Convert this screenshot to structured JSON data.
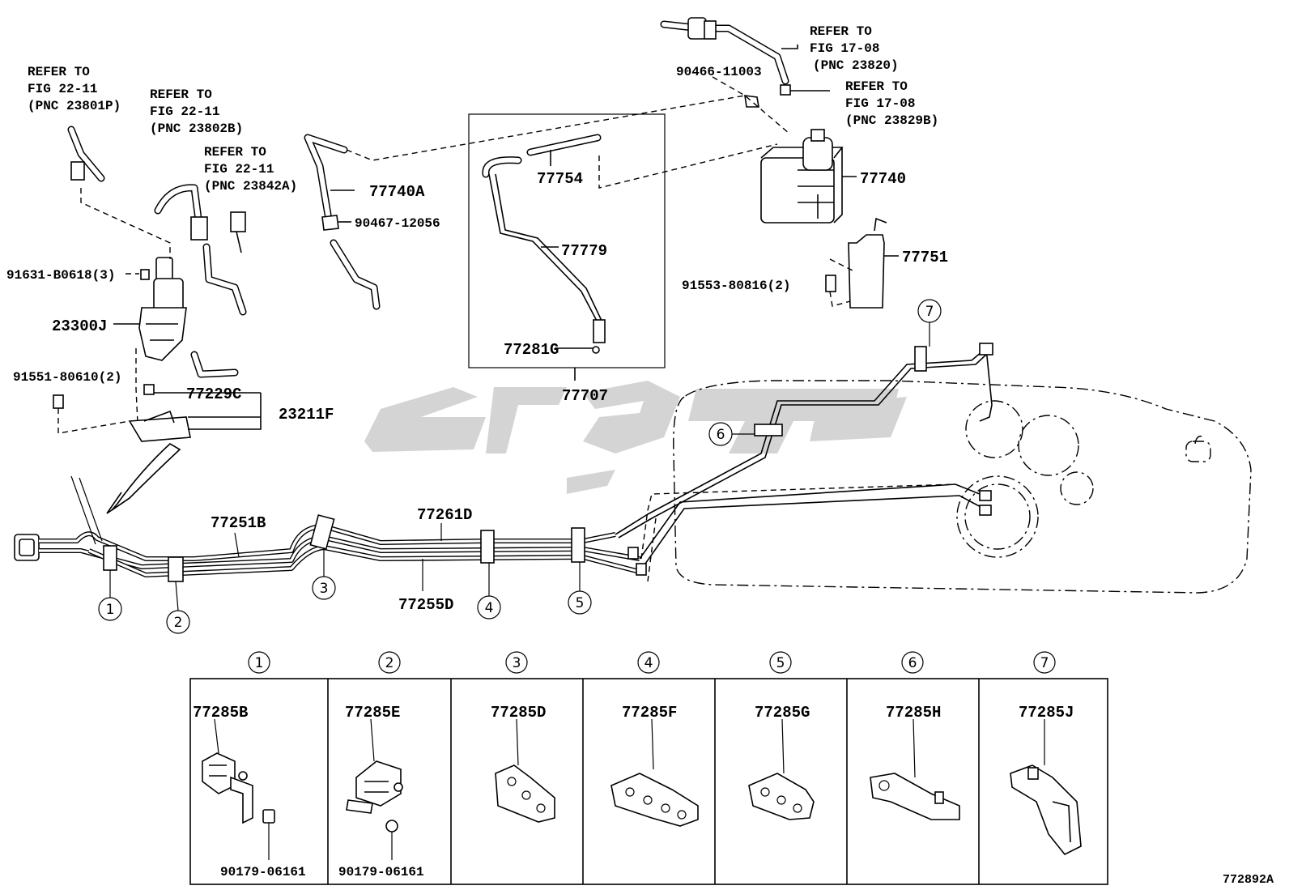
{
  "refer_notes": {
    "n23801P": [
      "REFER TO",
      "FIG 22-11",
      "(PNC 23801P)"
    ],
    "n23802B": [
      "REFER TO",
      "FIG 22-11",
      "(PNC 23802B)"
    ],
    "n23842A": [
      "REFER TO",
      "FIG 22-11",
      "(PNC 23842A)"
    ],
    "n23820": [
      "REFER TO",
      "FIG 17-08",
      "(PNC 23820)"
    ],
    "n23829B": [
      "REFER TO",
      "FIG 17-08",
      "(PNC 23829B)"
    ]
  },
  "parts": {
    "p90466": "90466-11003",
    "p77740A": "77740A",
    "p90467": "90467-12056",
    "p77754": "77754",
    "p77779": "77779",
    "p77281G": "77281G",
    "p77707": "77707",
    "p77740": "77740",
    "p77751": "77751",
    "p91553": "91553-80816(2)",
    "p91631": "91631-B0618(3)",
    "p23300J": "23300J",
    "p91551": "91551-80610(2)",
    "p77229C": "77229C",
    "p23211F": "23211F",
    "p77251B": "77251B",
    "p77261D": "77261D",
    "p77255D": "77255D"
  },
  "callouts": [
    "1",
    "2",
    "3",
    "4",
    "5",
    "6",
    "7"
  ],
  "clamp_table": [
    {
      "num": "1",
      "part": "77285B",
      "bolt": "90179-06161"
    },
    {
      "num": "2",
      "part": "77285E",
      "bolt": "90179-06161"
    },
    {
      "num": "3",
      "part": "77285D",
      "bolt": ""
    },
    {
      "num": "4",
      "part": "77285F",
      "bolt": ""
    },
    {
      "num": "5",
      "part": "77285G",
      "bolt": ""
    },
    {
      "num": "6",
      "part": "77285H",
      "bolt": ""
    },
    {
      "num": "7",
      "part": "77285J",
      "bolt": ""
    }
  ],
  "figure_id": "772892A",
  "colors": {
    "ink": "#000000",
    "watermark": "#d4d4d4"
  }
}
